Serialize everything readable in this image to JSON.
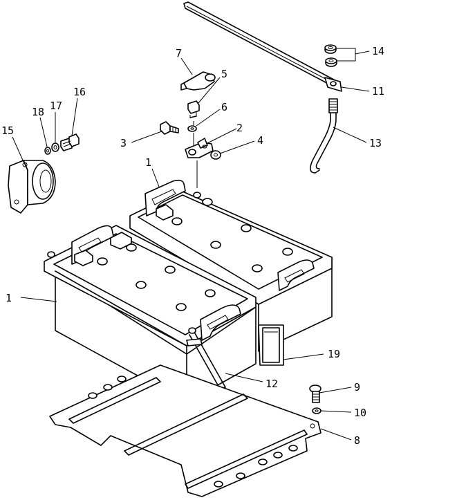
{
  "callouts": {
    "c1a": "1",
    "c1b": "1",
    "c2": "2",
    "c3": "3",
    "c4": "4",
    "c5": "5",
    "c6": "6",
    "c7": "7",
    "c8": "8",
    "c9": "9",
    "c10": "10",
    "c11": "11",
    "c12": "12",
    "c13": "13",
    "c14": "14",
    "c15": "15",
    "c16": "16",
    "c17": "17",
    "c18": "18",
    "c19": "19"
  }
}
